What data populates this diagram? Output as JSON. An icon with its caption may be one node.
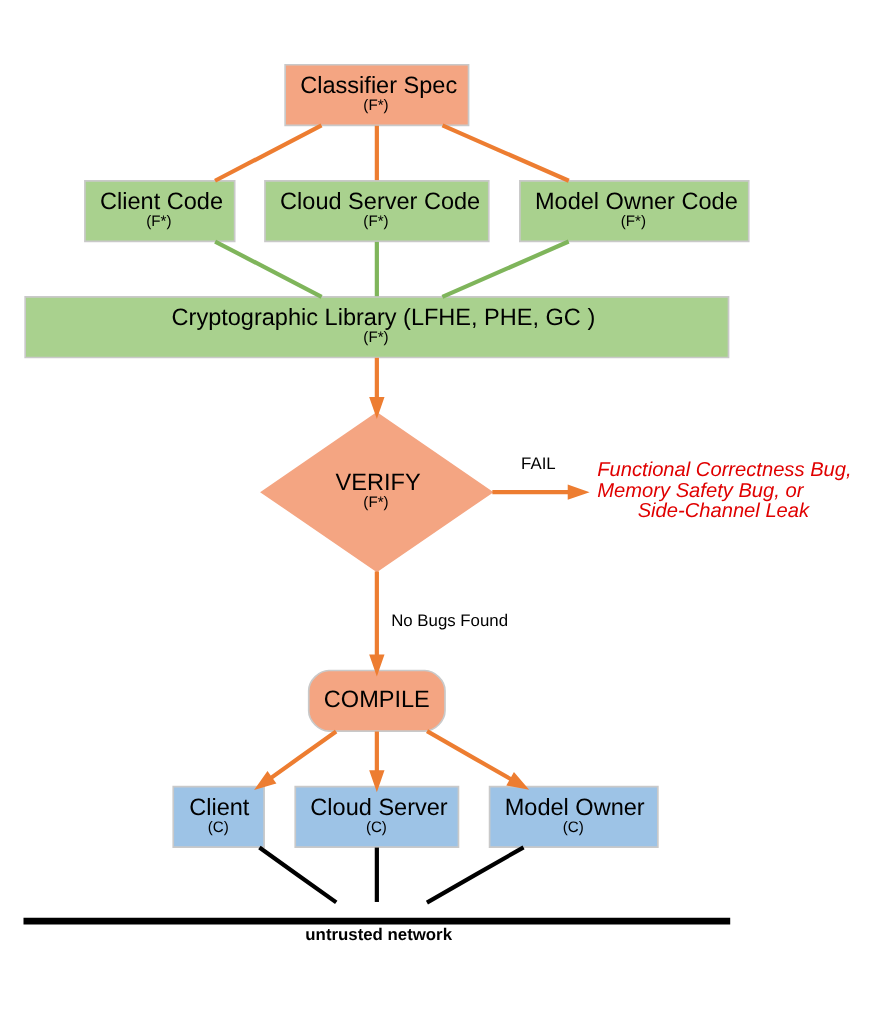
{
  "diagram": {
    "nodes": [
      {
        "text": [
          "Classifier Spec",
          "(F*)"
        ]
      },
      {
        "text": [
          "Client Code",
          "(F*)"
        ]
      },
      {
        "text": [
          "Cloud Server Code",
          "(F*)"
        ]
      },
      {
        "text": [
          "Model Owner Code",
          "(F*)"
        ]
      },
      {
        "text": [
          "Cryptographic Library (LFHE, PHE, GC )",
          "(F*)"
        ]
      },
      {
        "text": [
          "VERIFY",
          "(F*)"
        ]
      },
      {
        "text": [
          "Functional Correctness Bug, Memory Safety Bug, or Side-Channel Leak"
        ]
      },
      {
        "text": [
          "COMPILE"
        ]
      },
      {
        "text": [
          "Client",
          "(C)"
        ]
      },
      {
        "text": [
          "Cloud Server",
          "(C)"
        ]
      },
      {
        "text": [
          "Model Owner",
          "(C)"
        ]
      },
      {
        "text": [
          "untrusted network"
        ]
      }
    ],
    "edges": [
      {
        "from": 0,
        "to": 1,
        "arrow": "none"
      },
      {
        "from": 0,
        "to": 2,
        "arrow": "none"
      },
      {
        "from": 0,
        "to": 3,
        "arrow": "none"
      },
      {
        "from": 1,
        "to": 4,
        "arrow": "none",
        "color": "#7fb55b"
      },
      {
        "from": 2,
        "to": 4,
        "arrow": "none",
        "color": "#7fb55b"
      },
      {
        "from": 3,
        "to": 4,
        "arrow": "none",
        "color": "#7fb55b"
      },
      {
        "from": 4,
        "to": 5,
        "arrow": "to"
      },
      {
        "from": 5,
        "to": 6,
        "arrow": "to",
        "label": "FAIL"
      },
      {
        "from": 5,
        "to": 7,
        "arrow": "to",
        "label": "No Bugs Found"
      },
      {
        "from": 7,
        "to": 8,
        "arrow": "to"
      },
      {
        "from": 7,
        "to": 9,
        "arrow": "to"
      },
      {
        "from": 7,
        "to": 10,
        "arrow": "to"
      },
      {
        "from": 8,
        "to": 11,
        "arrow": "none",
        "color": "#000000"
      },
      {
        "from": 9,
        "to": 11,
        "arrow": "none",
        "color": "#000000"
      },
      {
        "from": 10,
        "to": 11,
        "arrow": "none",
        "color": "#000000"
      }
    ]
  }
}
